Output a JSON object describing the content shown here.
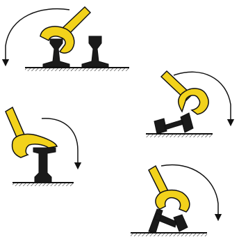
{
  "figure": {
    "colors": {
      "tool_fill": "#f2d21b",
      "outline": "#111111",
      "rail_fill": "#1a1a1a",
      "ground_fill": "#ffffff",
      "background": "#ffffff"
    },
    "panels": [
      {
        "id": "step-1",
        "description_icon": "rail-bar-lifting-rail-upright",
        "arrow_direction": "counter-clockwise"
      },
      {
        "id": "step-2",
        "description_icon": "rail-bar-tilting-rail",
        "arrow_direction": "clockwise"
      },
      {
        "id": "step-3",
        "description_icon": "rail-bar-on-tipped-rail",
        "arrow_direction": "clockwise"
      },
      {
        "id": "step-4",
        "description_icon": "rail-bar-rotating-tipped-rail",
        "arrow_direction": "clockwise"
      }
    ]
  }
}
